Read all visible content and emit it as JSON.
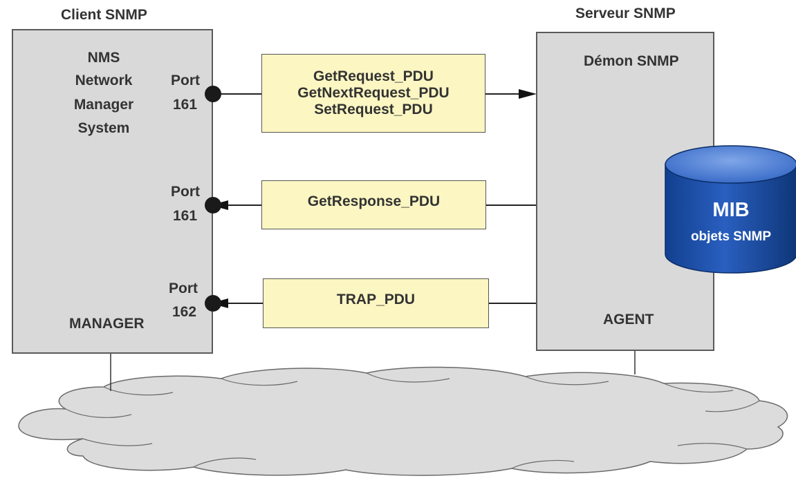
{
  "client": {
    "title": "Client SNMP",
    "nms_lines": [
      "NMS",
      "Network",
      "Manager",
      "System"
    ],
    "role": "MANAGER"
  },
  "server": {
    "title": "Serveur SNMP",
    "daemon": "Démon SNMP",
    "role": "AGENT",
    "mib": {
      "title": "MIB",
      "subtitle": "objets SNMP"
    }
  },
  "ports": [
    {
      "label": "Port",
      "number": "161"
    },
    {
      "label": "Port",
      "number": "161"
    },
    {
      "label": "Port",
      "number": "162"
    }
  ],
  "messages": {
    "requests": [
      "GetRequest_PDU",
      "GetNextRequest_PDU",
      "SetRequest_PDU"
    ],
    "response": "GetResponse_PDU",
    "trap": "TRAP_PDU"
  },
  "colors": {
    "box_fill": "#d9d9d9",
    "pdu_fill": "#fbf6c2",
    "mib_blue": "#1f57b8",
    "cloud_fill": "#dcdcdc",
    "line": "#333333"
  }
}
